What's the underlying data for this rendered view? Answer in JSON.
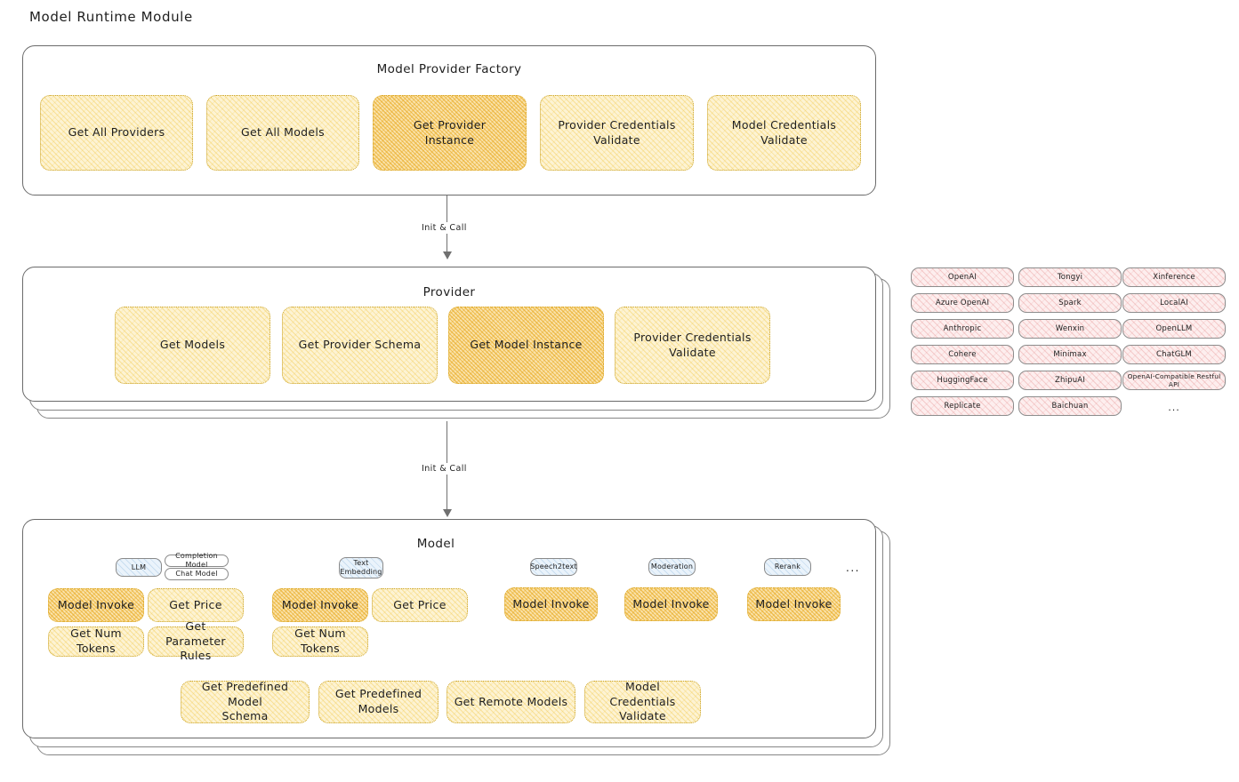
{
  "page": {
    "title": "Model Runtime Module"
  },
  "factory": {
    "title": "Model Provider Factory",
    "nodes": [
      {
        "label": "Get All Providers",
        "highlight": false
      },
      {
        "label": "Get All Models",
        "highlight": false
      },
      {
        "label": "Get Provider\nInstance",
        "highlight": true
      },
      {
        "label": "Provider Credentials\nValidate",
        "highlight": false
      },
      {
        "label": "Model Credentials\nValidate",
        "highlight": false
      }
    ]
  },
  "connector1": {
    "label": "Init & Call"
  },
  "provider": {
    "title": "Provider",
    "nodes": [
      {
        "label": "Get Models",
        "highlight": false
      },
      {
        "label": "Get Provider Schema",
        "highlight": false
      },
      {
        "label": "Get Model Instance",
        "highlight": true
      },
      {
        "label": "Provider Credentials\nValidate",
        "highlight": false
      }
    ]
  },
  "provider_list": {
    "columns": [
      [
        "OpenAI",
        "Azure OpenAI",
        "Anthropic",
        "Cohere",
        "HuggingFace",
        "Replicate"
      ],
      [
        "Tongyi",
        "Spark",
        "Wenxin",
        "Minimax",
        "ZhipuAI",
        "Baichuan"
      ],
      [
        "Xinference",
        "LocalAI",
        "OpenLLM",
        "ChatGLM",
        "OpenAI-Compatible Restful API"
      ]
    ],
    "more": "..."
  },
  "connector2": {
    "label": "Init & Call"
  },
  "model": {
    "title": "Model",
    "more": "...",
    "groups": [
      {
        "badge": "LLM",
        "sub_badges": [
          "Completion Model",
          "Chat Model"
        ],
        "nodes": [
          {
            "label": "Model Invoke",
            "highlight": true
          },
          {
            "label": "Get Price",
            "highlight": false
          },
          {
            "label": "Get Num Tokens",
            "highlight": false
          },
          {
            "label": "Get Parameter\nRules",
            "highlight": false
          }
        ]
      },
      {
        "badge": "Text\nEmbedding",
        "sub_badges": [],
        "nodes": [
          {
            "label": "Model Invoke",
            "highlight": true
          },
          {
            "label": "Get Price",
            "highlight": false
          },
          {
            "label": "Get Num Tokens",
            "highlight": false
          }
        ]
      },
      {
        "badge": "Speech2text",
        "sub_badges": [],
        "nodes": [
          {
            "label": "Model Invoke",
            "highlight": true
          }
        ]
      },
      {
        "badge": "Moderation",
        "sub_badges": [],
        "nodes": [
          {
            "label": "Model Invoke",
            "highlight": true
          }
        ]
      },
      {
        "badge": "Rerank",
        "sub_badges": [],
        "nodes": [
          {
            "label": "Model Invoke",
            "highlight": true
          }
        ]
      }
    ],
    "common_nodes": [
      {
        "label": "Get Predefined Model\nSchema"
      },
      {
        "label": "Get Predefined\nModels"
      },
      {
        "label": "Get Remote Models"
      },
      {
        "label": "Model Credentials\nValidate"
      }
    ]
  },
  "colors": {
    "node_fill": "#fdf3d3",
    "node_fill_highlight": "#fae3ad",
    "node_stroke": "#c9a227",
    "pill_fill": "#fdeeee",
    "badge_fill": "#eaf3fb",
    "container_stroke": "#6b6b6b",
    "text": "#1e1e1e"
  }
}
